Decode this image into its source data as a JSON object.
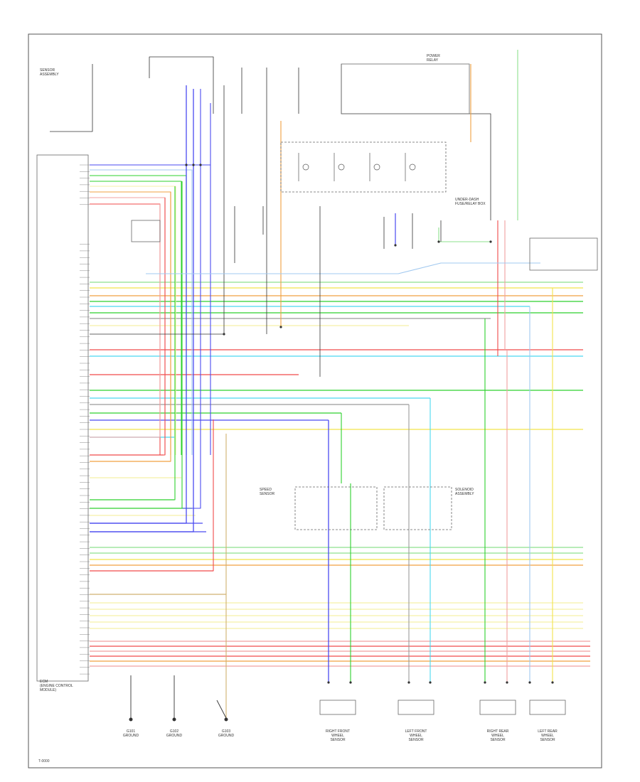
{
  "diagram": {
    "type": "automotive wiring schematic",
    "wire_colors": {
      "blue": "#4a4af0",
      "green": "#2ed12e",
      "light_green": "#8de08d",
      "yellow": "#f2e34a",
      "pale_yellow": "#f5f0a8",
      "orange": "#f0a040",
      "red": "#f04a4a",
      "pink": "#f0a0a0",
      "cyan": "#4ad8f0",
      "light_blue": "#a0c8f0",
      "black": "#222222",
      "gray": "#9a9a9a",
      "tan": "#d0b070"
    },
    "corner_label": "T-0000",
    "modules": [
      {
        "id": "ecm",
        "lines": [
          "ECM",
          "(ENGINE CONTROL",
          "MODULE)"
        ]
      },
      {
        "id": "sensor-top-left",
        "lines": [
          "SENSOR",
          "ASSEMBLY"
        ]
      },
      {
        "id": "relay-box-center",
        "lines": [
          "UNDER-DASH",
          "FUSE/RELAY BOX"
        ]
      },
      {
        "id": "top-right-box",
        "lines": [
          "POWER",
          "RELAY"
        ]
      },
      {
        "id": "bottom-center-left",
        "lines": [
          "SPEED",
          "SENSOR"
        ]
      },
      {
        "id": "bottom-center-right",
        "lines": [
          "SOLENOID",
          "ASSEMBLY"
        ]
      }
    ],
    "bottom_components": [
      {
        "id": "g1",
        "lines": [
          "G101",
          "GROUND"
        ]
      },
      {
        "id": "g2",
        "lines": [
          "G102",
          "GROUND"
        ]
      },
      {
        "id": "g3",
        "lines": [
          "G103",
          "GROUND"
        ]
      },
      {
        "id": "s1",
        "lines": [
          "RIGHT FRONT",
          "WHEEL",
          "SENSOR"
        ]
      },
      {
        "id": "s2",
        "lines": [
          "LEFT FRONT",
          "WHEEL",
          "SENSOR"
        ]
      },
      {
        "id": "s3",
        "lines": [
          "RIGHT REAR",
          "WHEEL",
          "SENSOR"
        ]
      },
      {
        "id": "s4",
        "lines": [
          "LEFT REAR",
          "WHEEL",
          "SENSOR"
        ]
      }
    ]
  }
}
